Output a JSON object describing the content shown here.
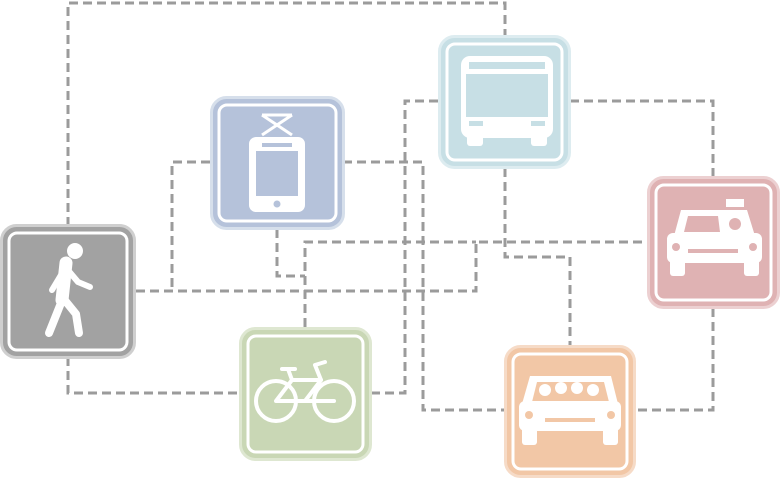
{
  "diagram": {
    "nodes": [
      {
        "id": "walk",
        "icon": "pedestrian-icon",
        "color": "#a2a2a2"
      },
      {
        "id": "tram",
        "icon": "tram-icon",
        "color": "#b5c2da"
      },
      {
        "id": "bus",
        "icon": "bus-icon",
        "color": "#c7dfe5"
      },
      {
        "id": "taxi",
        "icon": "taxi-icon",
        "color": "#dfb2b3"
      },
      {
        "id": "bike",
        "icon": "bicycle-icon",
        "color": "#c9d7b5"
      },
      {
        "id": "carpool",
        "icon": "carpool-icon",
        "color": "#f2c7a6"
      }
    ],
    "connector_color": "#9b9b9b",
    "connector_style": "dashed"
  }
}
